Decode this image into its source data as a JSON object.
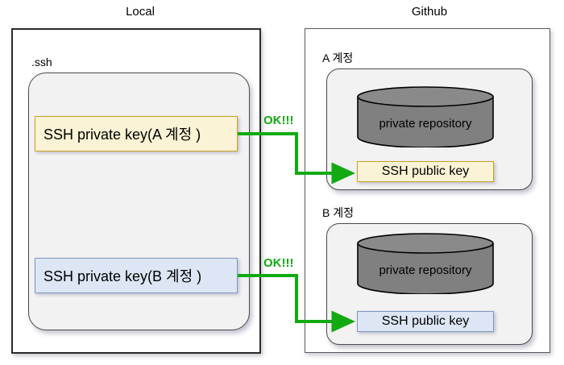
{
  "diagram": {
    "columns": [
      {
        "title": "Local"
      },
      {
        "title": "Github"
      }
    ],
    "local": {
      "group_label": ".ssh",
      "keys": [
        {
          "label": "SSH  private key(A 계정 )",
          "color": "#fbf3d5",
          "border": "#c9a227"
        },
        {
          "label": "SSH  private key(B 계정 )",
          "color": "#dce6f4",
          "border": "#8097c4"
        }
      ]
    },
    "github": {
      "accounts": [
        {
          "group_label": "A 계정",
          "repository": "private repository",
          "public_key": "SSH public key",
          "key_color": "#fbf3d5",
          "key_border": "#c9a227"
        },
        {
          "group_label": "B 계정",
          "repository": "private repository",
          "public_key": "SSH public key",
          "key_color": "#dce6f4",
          "key_border": "#8097c4"
        }
      ]
    },
    "connections": [
      {
        "label": "OK!!!",
        "color": "#11aa11"
      },
      {
        "label": "OK!!!",
        "color": "#11aa11"
      }
    ],
    "colors": {
      "arrow": "#11aa11",
      "cylinder_fill": "#808080",
      "cylinder_top": "#878787",
      "panel_border": "#2b2b2b",
      "container_fill": "#f2f2f2"
    }
  }
}
